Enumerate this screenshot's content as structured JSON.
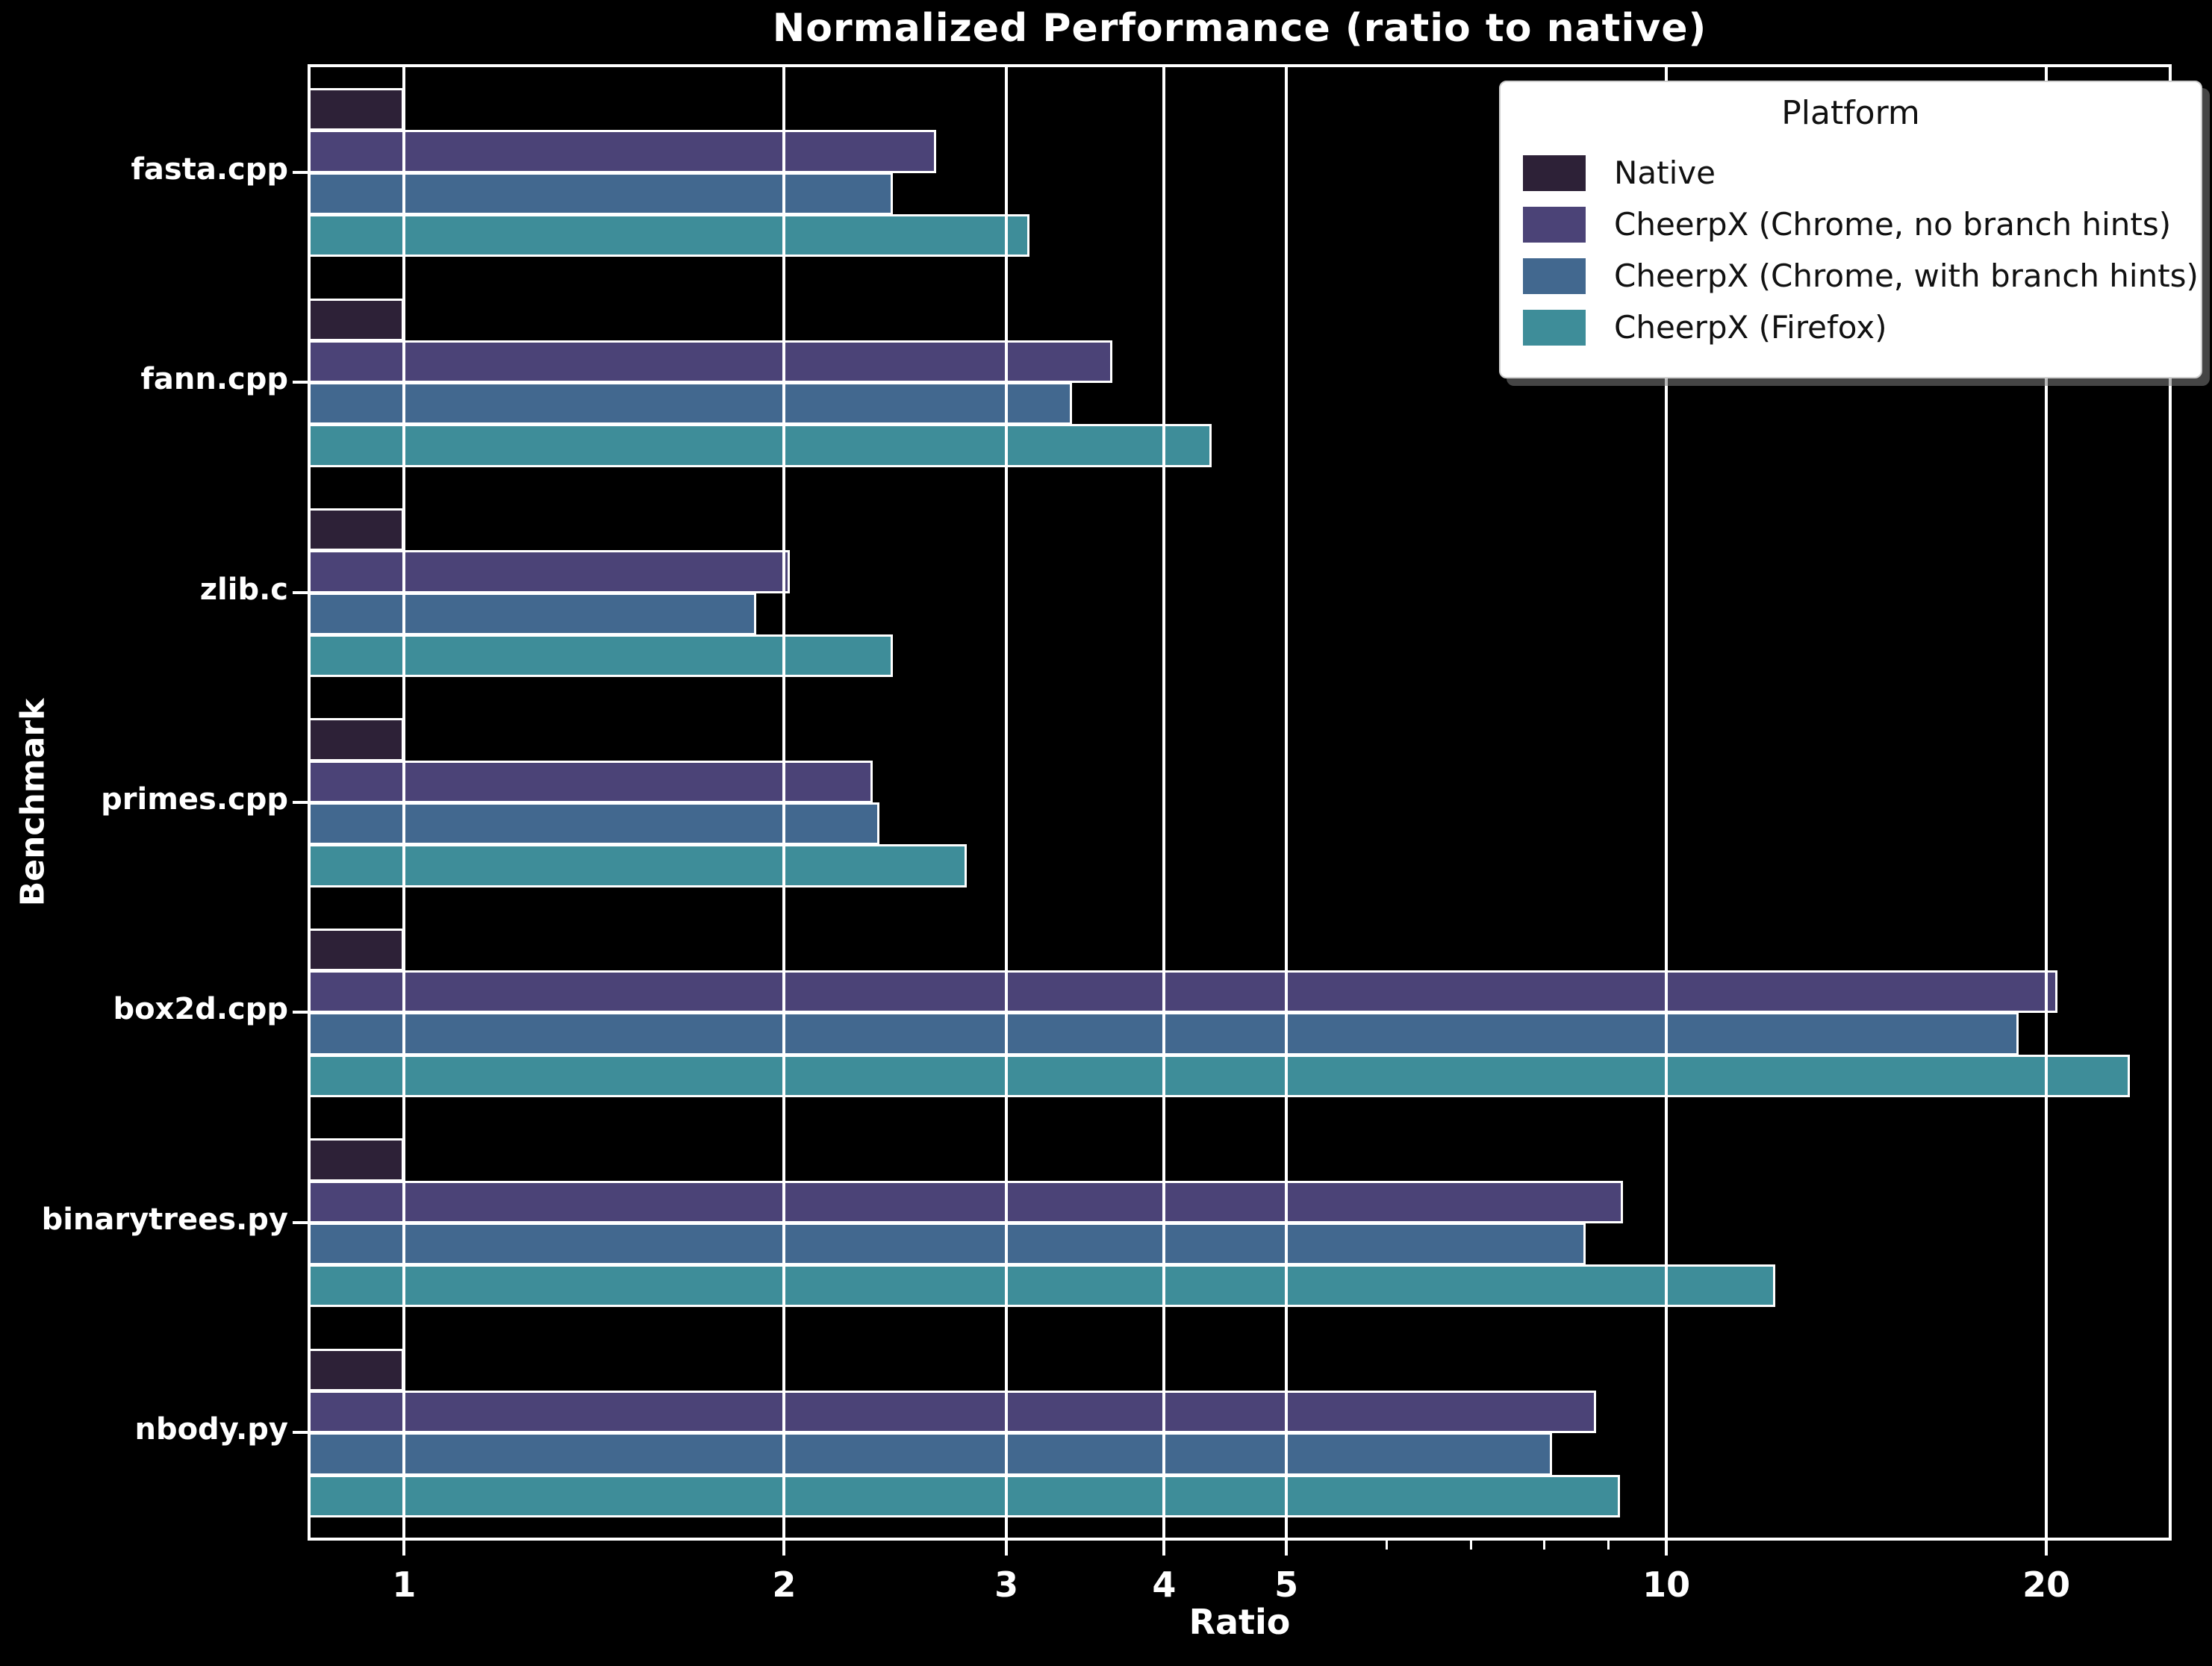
{
  "chart_data": {
    "type": "bar",
    "orientation": "horizontal",
    "title": "Normalized Performance (ratio to native)",
    "xlabel": "Ratio",
    "ylabel": "Benchmark",
    "x_scale": "log",
    "xlim": [
      0.843,
      25
    ],
    "xticks": [
      1,
      2,
      3,
      4,
      5,
      10,
      20
    ],
    "minor_xticks": [
      6,
      7,
      8,
      9
    ],
    "grid": "major-x-only",
    "legend_title": "Platform",
    "legend_position": "upper right",
    "categories": [
      "fasta.cpp",
      "fann.cpp",
      "zlib.c",
      "primes.cpp",
      "box2d.cpp",
      "binarytrees.py",
      "nbody.py"
    ],
    "series": [
      {
        "name": "Native",
        "color": "#2d2137",
        "values": [
          1.0,
          1.0,
          1.0,
          1.0,
          1.0,
          1.0,
          1.0
        ]
      },
      {
        "name": "CheerpX (Chrome, no branch hints)",
        "color": "#4b4377",
        "values": [
          2.64,
          3.64,
          2.02,
          2.35,
          20.4,
          9.24,
          8.79
        ]
      },
      {
        "name": "CheerpX (Chrome, with branch hints)",
        "color": "#42688f",
        "values": [
          2.44,
          3.38,
          1.9,
          2.38,
          19.0,
          8.63,
          8.12
        ]
      },
      {
        "name": "CheerpX (Firefox)",
        "color": "#3e8d99",
        "values": [
          3.13,
          4.36,
          2.44,
          2.79,
          23.3,
          12.2,
          9.19
        ]
      }
    ],
    "colors": {
      "background": "#000000",
      "text": "#ffffff",
      "grid": "#ffffff",
      "legend_background": "#ffffff",
      "legend_text": "#111111"
    }
  }
}
